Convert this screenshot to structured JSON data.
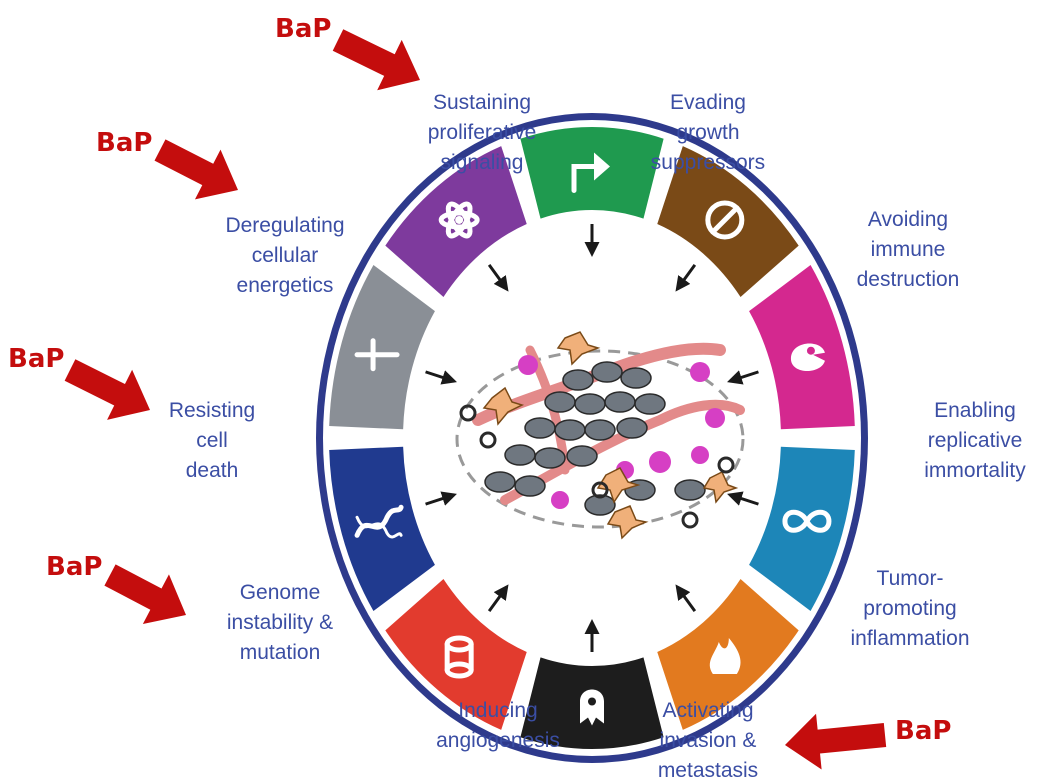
{
  "hallmarks": {
    "sustaining": [
      "Sustaining",
      "proliferative",
      "signaling"
    ],
    "evading": [
      "Evading",
      "growth",
      "suppressors"
    ],
    "avoiding": [
      "Avoiding",
      "immune",
      "destruction"
    ],
    "enabling": [
      "Enabling",
      "replicative",
      "immortality"
    ],
    "tumor": [
      "Tumor-",
      "promoting",
      "inflammation"
    ],
    "activating": [
      "Activating",
      "invasion &",
      "metastasis"
    ],
    "inducing": [
      "Inducing",
      "angiogenesis"
    ],
    "genome": [
      "Genome",
      "instability &",
      "mutation"
    ],
    "resisting": [
      "Resisting",
      "cell",
      "death"
    ],
    "deregulating": [
      "Deregulating",
      "cellular",
      "energetics"
    ]
  },
  "bap_label": "BaP",
  "colors": {
    "ring": "#2e3a8c",
    "label_text": "#3b4ea4",
    "bap_text": "#c40d0d",
    "bap_arrow": "#c40d0d",
    "sustaining": "#1f9a4f",
    "evading": "#7a4a17",
    "avoiding": "#d4288f",
    "enabling": "#1d86b8",
    "tumor": "#e27a1f",
    "activating": "#1d1d1d",
    "inducing": "#e23b2e",
    "genome": "#203a8f",
    "resisting": "#8a8f96",
    "deregulating": "#7e3a9d"
  },
  "icons": [
    "arrow-turn-icon",
    "no-entry-icon",
    "immune-cell-icon",
    "infinity-icon",
    "flame-icon",
    "metastatic-cell-icon",
    "blood-vessel-icon",
    "dna-helix-icon",
    "dagger-cross-icon",
    "atom-icon"
  ]
}
